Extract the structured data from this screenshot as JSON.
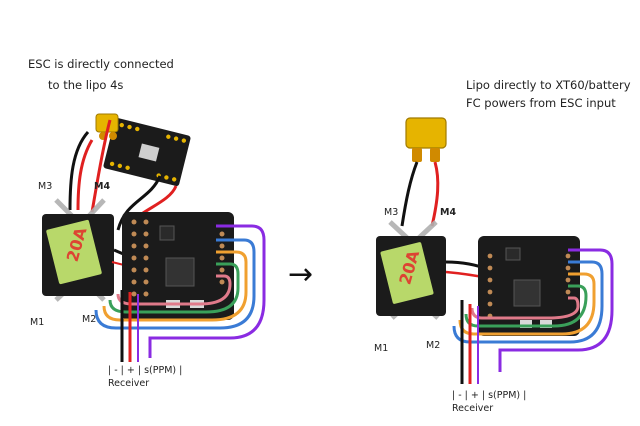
{
  "left_diagram": {
    "note_line1": "ESC is directly connected",
    "note_line2": "to the lipo 4s",
    "motor_labels": {
      "m1": "M1",
      "m2": "M2",
      "m3": "M3",
      "m4": "M4"
    },
    "esc_badge": "20A",
    "receiver_pins": "| - | + | s(PPM) |",
    "receiver_label": "Receiver"
  },
  "right_diagram": {
    "note_line1": "Lipo directly to XT60/battery",
    "note_line2": "FC powers from ESC input",
    "motor_labels": {
      "m1": "M1",
      "m2": "M2",
      "m3": "M3",
      "m4": "M4"
    },
    "esc_badge": "20A",
    "receiver_pins": "| - | + | s(PPM) |",
    "receiver_label": "Receiver"
  },
  "arrow_symbol": "→",
  "colors": {
    "wire_red": "#e02020",
    "wire_black": "#111111",
    "wire_purple": "#8a2be2",
    "wire_blue": "#3a7bd5",
    "wire_orange": "#f0a030",
    "wire_green": "#3aa05a",
    "wire_pink": "#e07a8a",
    "board_black": "#1b1b1b",
    "xt60_yellow": "#e6b400",
    "esc_label_green": "#b8d86a"
  }
}
